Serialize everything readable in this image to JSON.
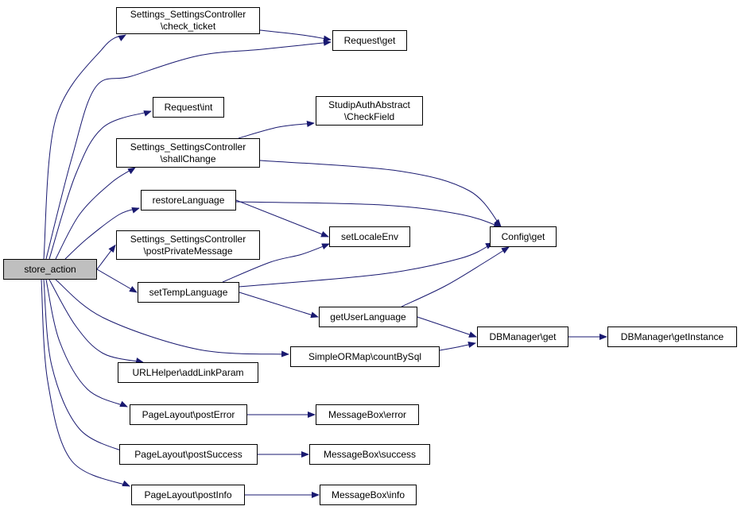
{
  "graph": {
    "root": "store_action",
    "node_color": "#ffffff",
    "root_color": "#bfbfbf",
    "edge_color": "#191970",
    "nodes": {
      "store_action": [
        "store_action"
      ],
      "check_ticket": [
        "Settings_SettingsController",
        "\\check_ticket"
      ],
      "request_get": [
        "Request\\get"
      ],
      "request_int": [
        "Request\\int"
      ],
      "checkfield": [
        "StudipAuthAbstract",
        "\\CheckField"
      ],
      "shallchange": [
        "Settings_SettingsController",
        "\\shallChange"
      ],
      "restorelanguage": [
        "restoreLanguage"
      ],
      "setlocaleenv": [
        "setLocaleEnv"
      ],
      "config_get": [
        "Config\\get"
      ],
      "postprivatemessage": [
        "Settings_SettingsController",
        "\\postPrivateMessage"
      ],
      "settemplanguage": [
        "setTempLanguage"
      ],
      "getuserlanguage": [
        "getUserLanguage"
      ],
      "dbmanager_get": [
        "DBManager\\get"
      ],
      "dbmanager_getinstance": [
        "DBManager\\getInstance"
      ],
      "countbysql": [
        "SimpleORMap\\countBySql"
      ],
      "addlinkparam": [
        "URLHelper\\addLinkParam"
      ],
      "posterror": [
        "PageLayout\\postError"
      ],
      "messagebox_error": [
        "MessageBox\\error"
      ],
      "postsuccess": [
        "PageLayout\\postSuccess"
      ],
      "messagebox_success": [
        "MessageBox\\success"
      ],
      "postinfo": [
        "PageLayout\\postInfo"
      ],
      "messagebox_info": [
        "MessageBox\\info"
      ]
    },
    "edges": [
      [
        "store_action",
        "check_ticket"
      ],
      [
        "store_action",
        "request_get"
      ],
      [
        "store_action",
        "request_int"
      ],
      [
        "store_action",
        "shallchange"
      ],
      [
        "store_action",
        "restorelanguage"
      ],
      [
        "store_action",
        "postprivatemessage"
      ],
      [
        "store_action",
        "settemplanguage"
      ],
      [
        "store_action",
        "countbysql"
      ],
      [
        "store_action",
        "addlinkparam"
      ],
      [
        "store_action",
        "posterror"
      ],
      [
        "store_action",
        "postsuccess"
      ],
      [
        "store_action",
        "postinfo"
      ],
      [
        "check_ticket",
        "request_get"
      ],
      [
        "shallchange",
        "checkfield"
      ],
      [
        "shallchange",
        "config_get"
      ],
      [
        "restorelanguage",
        "config_get"
      ],
      [
        "restorelanguage",
        "setlocaleenv"
      ],
      [
        "settemplanguage",
        "setlocaleenv"
      ],
      [
        "settemplanguage",
        "config_get"
      ],
      [
        "settemplanguage",
        "getuserlanguage"
      ],
      [
        "getuserlanguage",
        "config_get"
      ],
      [
        "getuserlanguage",
        "dbmanager_get"
      ],
      [
        "countbysql",
        "dbmanager_get"
      ],
      [
        "dbmanager_get",
        "dbmanager_getinstance"
      ],
      [
        "posterror",
        "messagebox_error"
      ],
      [
        "postsuccess",
        "messagebox_success"
      ],
      [
        "postinfo",
        "messagebox_info"
      ]
    ]
  }
}
